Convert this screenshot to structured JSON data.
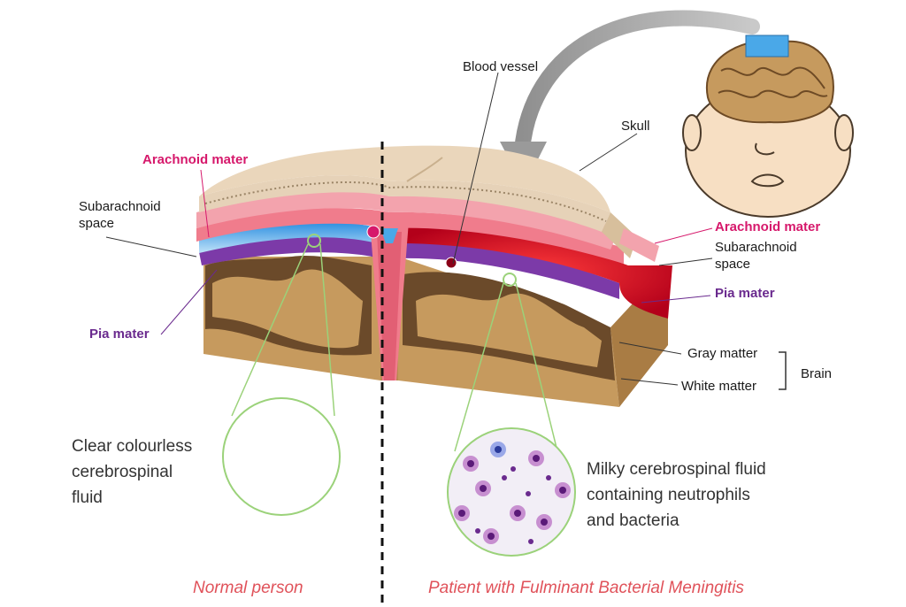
{
  "labels": {
    "arachnoid_left": "Arachnoid mater",
    "subarachnoid_left": [
      "Subarachnoid",
      "space"
    ],
    "pia_left": "Pia mater",
    "blood_vessel": "Blood vessel",
    "skull": "Skull",
    "arachnoid_right": "Arachnoid mater",
    "subarachnoid_right": [
      "Subarachnoid",
      "space"
    ],
    "pia_right": "Pia mater",
    "gray_matter": "Gray matter",
    "white_matter": "White matter",
    "brain": "Brain"
  },
  "csf_normal": [
    "Clear colourless",
    "cerebrospinal",
    "fluid"
  ],
  "csf_meningitis": [
    "Milky cerebrospinal fluid",
    "containing neutrophils",
    "and bacteria"
  ],
  "captions": {
    "normal": "Normal person",
    "patient": "Patient with Fulminant Bacterial Meningitis"
  },
  "colors": {
    "arachnoid": "#d6186b",
    "pia": "#6a2a8e",
    "caption": "#e0525a",
    "brain_tan": "#c69a5e",
    "inflamed": "#e0203a",
    "csf_blue": "#4aa8e8"
  }
}
